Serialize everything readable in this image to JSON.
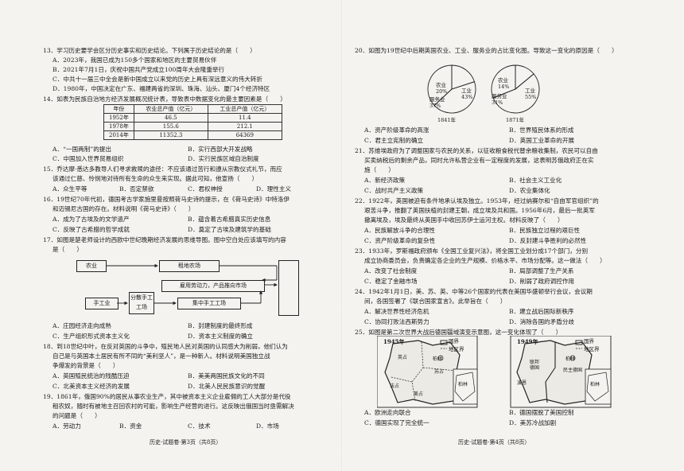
{
  "left": {
    "q13": {
      "stem": "13．学习历史要学会区分历史事实和历史结论。下列属于历史结论的是（　　）",
      "A": "A．2023年，我国已成为150多个国家和地区的主要贸易伙伴",
      "B": "B．2021年7月1日，庆祝中国共产党成立100周年大会隆重举行",
      "C": "C．中共十一届三中全会是新中国成立以来党的历史上具有深远意义的伟大转折",
      "D": "D．1980年，中国决定在广东、福建两省的深圳、珠海、汕头、厦门4个经济特区"
    },
    "q14": {
      "stem": "14．如表为民族自治地方经济发展概况统计表，导致表中数据变化的最主要因素是（　　）",
      "headers": [
        "年份",
        "农业总产值（亿元）",
        "工业总产值（亿元）"
      ],
      "rows": [
        [
          "1952年",
          "46.5",
          "11.4"
        ],
        [
          "1978年",
          "155.6",
          "212.1"
        ],
        [
          "2014年",
          "11352.3",
          "64369"
        ]
      ],
      "A": "A．“一国两制”的提出",
      "B": "B．实行西部大开发战略",
      "C": "C．中国加入世界贸易组织",
      "D": "D．实行民族区域自治制度"
    },
    "q15": {
      "stem": "15．乔达摩·悉达多教导人们寻求救赎的途径：不应该通过苦行和遵从宗教仪式礼节，而应",
      "stem2": "该通过仁慈、怜悯地对待所有生命的众生来实现。据此可知，他宣扬（　　）",
      "A": "A．众生平等",
      "B": "B．否定禁欲",
      "C": "C．君权神授",
      "D": "D．理性主义"
    },
    "q16": {
      "stem": "16．19世纪70年代初，德国考古学家施里曼按照荷马史诗的提示，在《荷马史诗》中特洛伊",
      "stem2": "和迈锡尼古国的存在。材料说明《荷马史诗》（　　）",
      "A": "A．成为了古埃及的文学遗产",
      "B": "B．蕴含着古希腊真实历史信息",
      "C": "C．反映了古希腊的哲学成就",
      "D": "D．奠定了古埃及建筑学的基础"
    },
    "q17": {
      "stem": "17．如图是楚老师设计的西欧中世纪晚期经济发展的思维导图。图中空白处应该填写的内容",
      "stem2": "是（　　）",
      "n_agri": "农业",
      "n_farm": "租地农场",
      "n_labor": "雇用劳动力，产品推向市场",
      "n_craft": "手工业",
      "n_scatter": "分散手工工场",
      "n_central": "集中手工工场",
      "A": "A．庄园经济走向成熟",
      "B": "B．封建制度的最终形成",
      "C": "C．生产组织形式资本主义化",
      "D": "D．资本主义制度的确立"
    },
    "q18": {
      "stem": "18．到18世纪中叶，在反对英国的斗争中，殖民地人民对英国的认同感大为削弱，他们认为",
      "stem2": "自己是与英国本土居民有所不同的“美利坚人”，是一种新人。材料说明美国独立战",
      "stem3": "争爆发的背景是（　　）",
      "A": "A．英国殖民统治的残酷压迫",
      "B": "B．美美两国民族文化的不同",
      "C": "C．北美资本主义经济的发展",
      "D": "D．北美人民民族意识的觉醒"
    },
    "q19": {
      "stem": "19．1861年，俄国90%的居民从事农业生产，其中被资本主义企业雇佣的工人大部分是代役",
      "stem2": "租农奴，随时有被地主召回农村的可能，影响生产经营的进行。这反映出俄国当时亟需解决",
      "stem3": "的问题是（　　）",
      "A": "A．劳动力",
      "B": "B．资金",
      "C": "C．技术",
      "D": "D．市场"
    },
    "footer": "历史·试题卷·第3页（共8页）"
  },
  "right": {
    "q20": {
      "stem": "20．如图为19世纪中后期英国农业、工业、服务业的占比变化图。导致这一变化的原因是（　　）",
      "A": "A．资产阶级革命的高涨",
      "B": "B．世界殖民体系的形成",
      "C": "C．君主立宪制的确立",
      "D": "D．英国工业革命的开展"
    },
    "q21": {
      "stem": "21．苏维埃政府为了调整国家与农民的关系，以征收粮食税代替余粮收集制，农民可以自由",
      "stem2": "买卖纳税后的剩余产品，同时允许私营企业有一定程度的发展，这表明苏俄政府正在实",
      "stem3": "施（　　）",
      "A": "A．新经济政策",
      "B": "B．社会主义工业化",
      "C": "C．战时共产主义政策",
      "D": "D．农业集体化"
    },
    "q22": {
      "stem": "22．1922年，英国被迫有条件地承认埃及独立。1953年，经过纳赛尔和“自由军官组织”的",
      "stem2": "艰苦斗争，推翻了英国扶植的封建王朝，成立埃及共和国。1956年6月，最后一批英军",
      "stem3": "撤离埃及，埃及最终从英国手中收回苏伊士运河主权。材料反映了（　　）",
      "A": "A．民族解放斗争的合理性",
      "B": "B．民族独立过程的艰巨性",
      "C": "C．资产阶级革命的复杂性",
      "D": "D．反封建斗争胜利的必然性"
    },
    "q23": {
      "stem": "23．1933年，罗斯福政府颁布《全国工业复兴法》，将全国工业划分成17个部门，分别",
      "stem2": "成立协商委员会，负责确定各企业的生产规模、价格水平、市场分配等。这一做法（　　）",
      "A": "A．改变了社会制度",
      "B": "B．局部调整了生产关系",
      "C": "C．稳定了金融市场",
      "D": "D．削弱了政府调控作用"
    },
    "q24": {
      "stem": "24．1942年1月1日，美、苏、英、中等26个国家的代表在美国华盛顿举行会议，会议期",
      "stem2": "间，各国签署了《联合国家宣言》。此举旨在（　　）",
      "A": "A．解决世界性经济危机",
      "B": "B．建立战后国际新秩序",
      "C": "C．协同打败法西斯势力",
      "D": "D．消除各国的矛盾分歧"
    },
    "q25": {
      "stem": "25．如图是第二次世界大战后德国疆域演变示意图，这一变化体现了（　　）",
      "A": "A．欧洲走向联合",
      "B": "B．德国摆脱了美国控制",
      "C": "C．德国实现了完全统一",
      "D": "D．美苏冷战加剧"
    },
    "pie1841": {
      "year": "1841年",
      "agri": "农业\n20%",
      "ind": "工业\n43%",
      "serv": "服务业\n37%",
      "values": [
        20,
        43,
        37
      ]
    },
    "pie1871": {
      "year": "1871年",
      "agri": "农业\n14%",
      "ind": "工业\n55%",
      "serv": "服务业\n31%",
      "values": [
        14,
        55,
        31
      ]
    },
    "map1945": {
      "year": "1945年",
      "legend1": "国界",
      "legend2": "地区界",
      "labels": [
        "柏林",
        "英占",
        "苏占",
        "法占",
        "美占",
        "柏林"
      ]
    },
    "map1949": {
      "year": "1949年",
      "legend1": "国界",
      "legend2": "地区界",
      "labels": [
        "柏林",
        "联邦德国",
        "民主德国",
        "波恩",
        "柏林"
      ]
    },
    "footer": "历史·试题卷·第4页（共8页）"
  }
}
